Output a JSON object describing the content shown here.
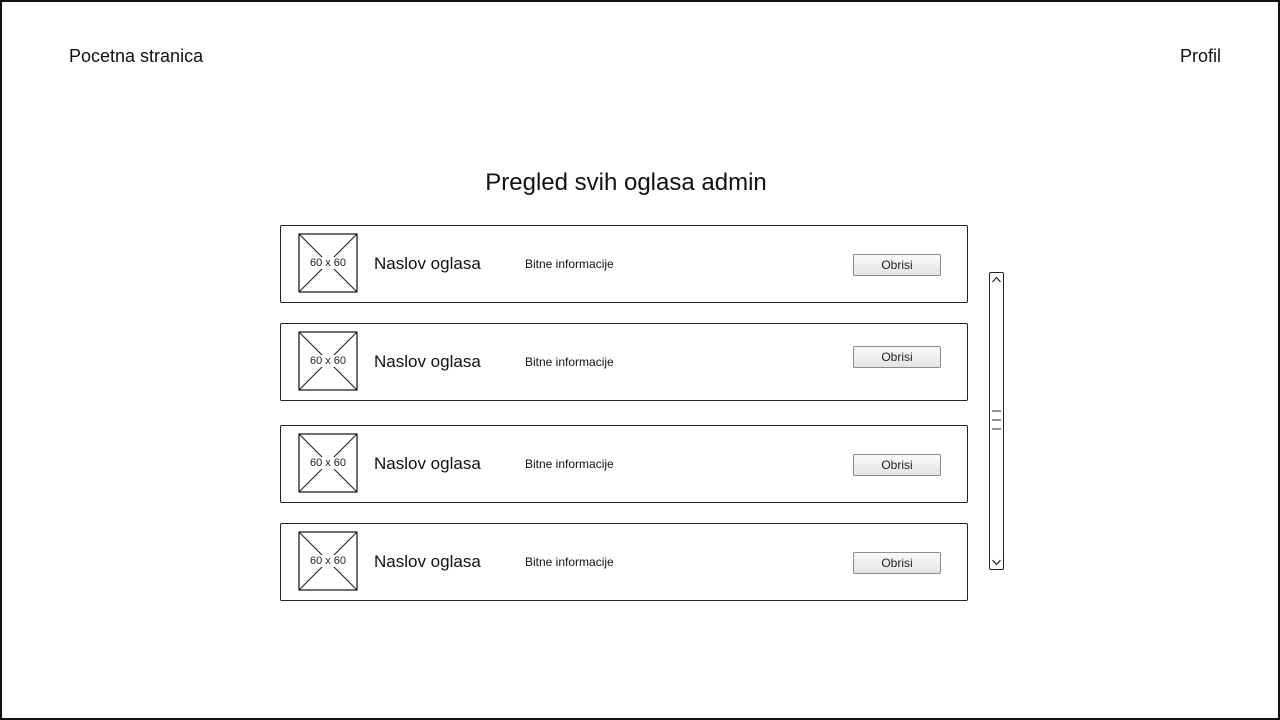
{
  "nav": {
    "home_label": "Pocetna stranica",
    "profile_label": "Profil"
  },
  "page": {
    "title": "Pregled svih oglasa admin"
  },
  "ads": [
    {
      "thumbnail_label": "60 x 60",
      "title": "Naslov oglasa",
      "info": "Bitne informacije",
      "delete_label": "Obrisi"
    },
    {
      "thumbnail_label": "60 x 60",
      "title": "Naslov oglasa",
      "info": "Bitne informacije",
      "delete_label": "Obrisi"
    },
    {
      "thumbnail_label": "60 x 60",
      "title": "Naslov oglasa",
      "info": "Bitne informacije",
      "delete_label": "Obrisi"
    },
    {
      "thumbnail_label": "60 x 60",
      "title": "Naslov oglasa",
      "info": "Bitne informacije",
      "delete_label": "Obrisi"
    }
  ]
}
